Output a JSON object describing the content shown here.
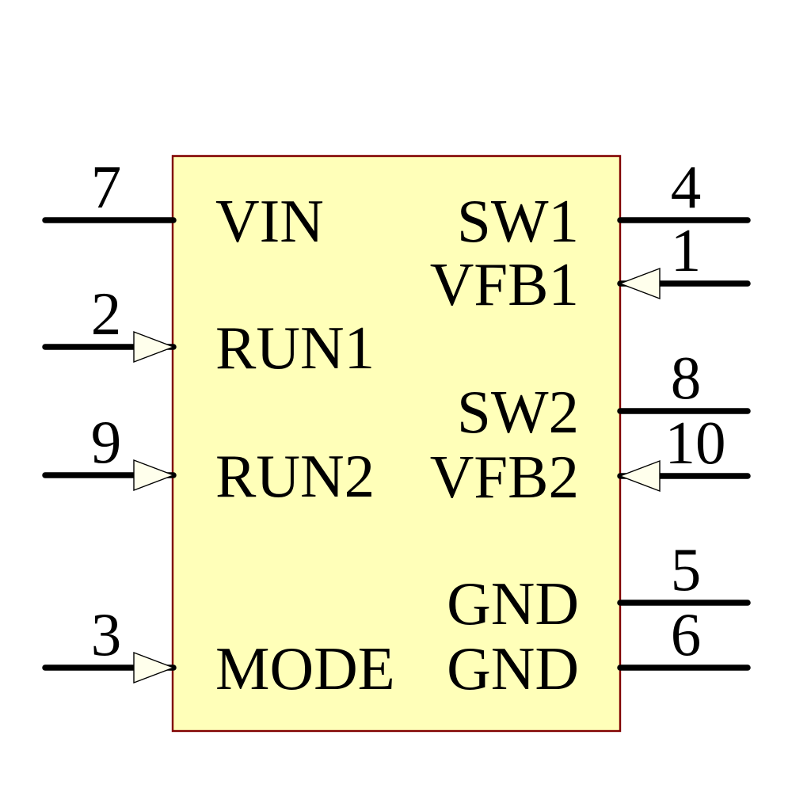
{
  "component": {
    "colors": {
      "background": "#FFFFFF",
      "body_fill": "#FFFFB9",
      "body_border": "#800000",
      "arrow_fill": "#FFFFEC",
      "wire": "#000000",
      "text": "#000000"
    },
    "pins": {
      "left": [
        {
          "number": "7",
          "label": "VIN",
          "has_arrow": false
        },
        {
          "number": "2",
          "label": "RUN1",
          "has_arrow": true
        },
        {
          "number": "9",
          "label": "RUN2",
          "has_arrow": true
        },
        {
          "number": "3",
          "label": "MODE",
          "has_arrow": true
        }
      ],
      "right": [
        {
          "number": "4",
          "label": "SW1",
          "has_arrow": false
        },
        {
          "number": "1",
          "label": "VFB1",
          "has_arrow": true
        },
        {
          "number": "8",
          "label": "SW2",
          "has_arrow": false
        },
        {
          "number": "10",
          "label": "VFB2",
          "has_arrow": true
        },
        {
          "number": "5",
          "label": "GND",
          "has_arrow": false
        },
        {
          "number": "6",
          "label": "GND",
          "has_arrow": false
        }
      ]
    }
  }
}
